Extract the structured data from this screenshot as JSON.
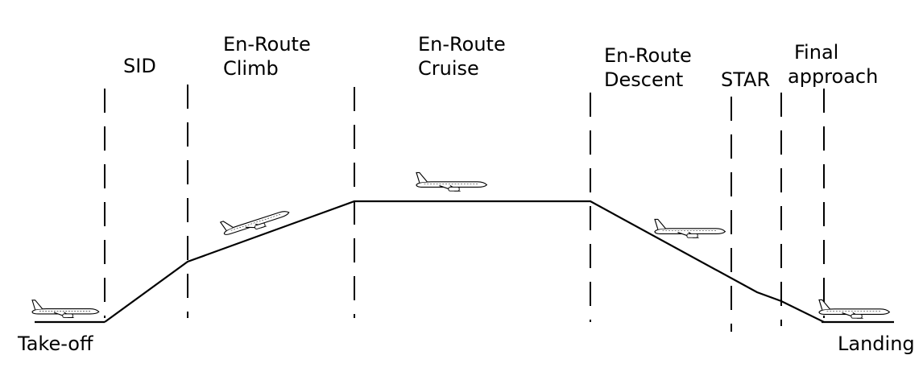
{
  "phases": {
    "sid": "SID",
    "climb": [
      "En-Route",
      "Climb"
    ],
    "cruise": [
      "En-Route",
      "Cruise"
    ],
    "descent": [
      "En-Route",
      "Descent"
    ],
    "star": "STAR",
    "final": [
      "Final",
      "approach"
    ]
  },
  "endpoints": {
    "takeoff": "Take-off",
    "landing": "Landing"
  }
}
